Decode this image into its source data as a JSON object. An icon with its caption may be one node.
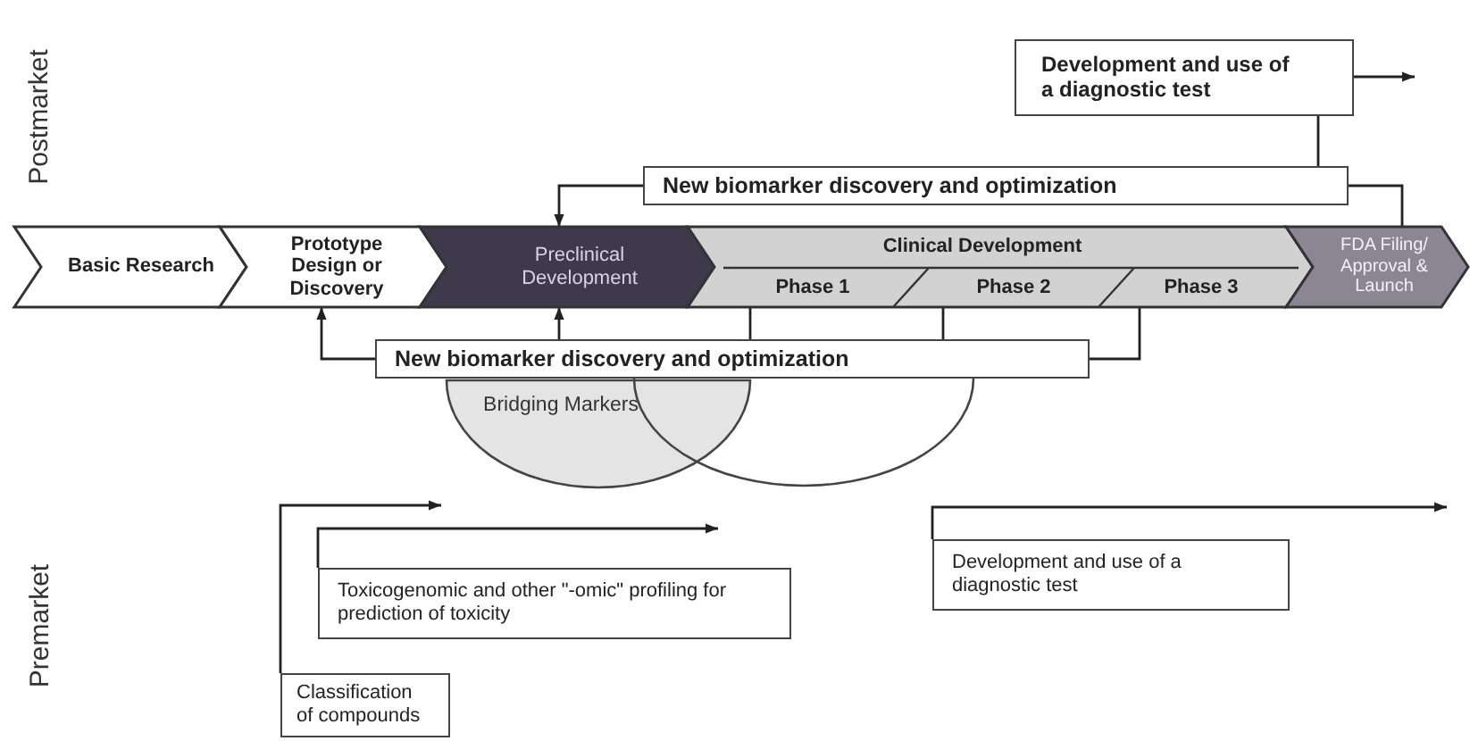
{
  "diagram": {
    "nodes": [
      {
        "text": [
          "Basic Research"
        ]
      },
      {
        "text": [
          "Prototype Design or Discovery"
        ]
      },
      {
        "text": [
          "Preclinical Development"
        ]
      },
      {
        "text": [
          "Clinical Development"
        ]
      },
      {
        "text": [
          "Phase 1"
        ],
        "in": 3
      },
      {
        "text": [
          "Phase 2"
        ],
        "in": 3
      },
      {
        "text": [
          "Phase 3"
        ],
        "in": 3
      },
      {
        "text": [
          "FDA Filing/ Approval & Launch"
        ]
      },
      {
        "text": [
          "Development and use of a diagnostic test"
        ]
      },
      {
        "text": [
          "New biomarker discovery and optimization"
        ]
      },
      {
        "text": [
          "New biomarker discovery and optimization"
        ]
      },
      {
        "text": [
          "Bridging Markers"
        ]
      },
      {
        "text": [
          "Toxicogenomic and other \"-omic\" profiling for prediction of toxicity"
        ]
      },
      {
        "text": [
          "Development and use of a diagnostic test"
        ]
      },
      {
        "text": [
          "Classification of compounds"
        ]
      }
    ],
    "edges": [
      {
        "from": 8,
        "to": 9,
        "arrow": "none"
      },
      {
        "from": 8,
        "to": null,
        "arrow": "to"
      },
      {
        "from": 9,
        "to": 2,
        "arrow": "to"
      },
      {
        "from": 9,
        "to": 7,
        "arrow": "none"
      },
      {
        "from": 10,
        "to": 1,
        "arrow": "to"
      },
      {
        "from": 10,
        "to": 2,
        "arrow": "to"
      },
      {
        "from": 10,
        "to": 4,
        "arrow": "none"
      },
      {
        "from": 10,
        "to": 5,
        "arrow": "none"
      },
      {
        "from": 10,
        "to": 6,
        "arrow": "none"
      },
      {
        "from": 14,
        "to": null,
        "arrow": "to"
      },
      {
        "from": 12,
        "to": null,
        "arrow": "to"
      },
      {
        "from": 13,
        "to": null,
        "arrow": "to"
      }
    ],
    "labels": [
      "Postmarket",
      "Premarket"
    ]
  }
}
